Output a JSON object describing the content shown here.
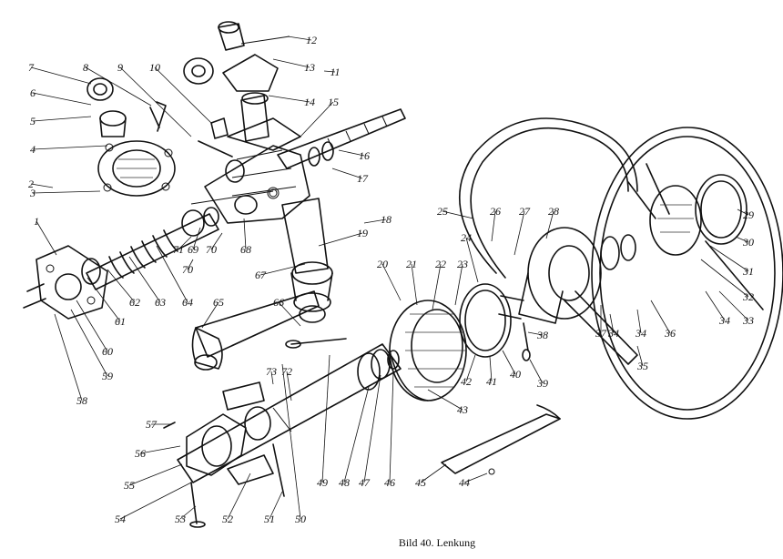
{
  "caption": "Bild 40. Lenkung",
  "labels": [
    "1",
    "2",
    "3",
    "4",
    "5",
    "6",
    "7",
    "8",
    "9",
    "10",
    "11",
    "12",
    "13",
    "14",
    "15",
    "16",
    "17",
    "18",
    "19",
    "20",
    "21",
    "22",
    "23",
    "24",
    "25",
    "26",
    "27",
    "28",
    "29",
    "30",
    "31",
    "32",
    "33",
    "34",
    "34",
    "34",
    "35",
    "36",
    "37",
    "38",
    "39",
    "40",
    "41",
    "42",
    "43",
    "44",
    "45",
    "46",
    "47",
    "48",
    "49",
    "50",
    "51",
    "52",
    "53",
    "54",
    "55",
    "56",
    "57",
    "58",
    "59",
    "60",
    "61",
    "62",
    "63",
    "64",
    "65",
    "66",
    "67",
    "68",
    "69",
    "70",
    "70",
    "71",
    "72",
    "73"
  ]
}
